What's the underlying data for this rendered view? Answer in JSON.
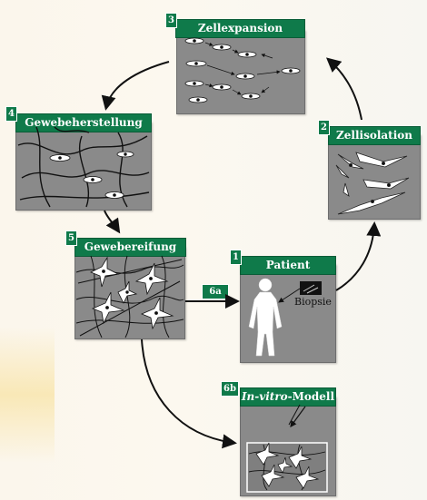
{
  "steps": {
    "s1": {
      "num": "1",
      "title": "Patient",
      "biopsy_label": "Biopsie"
    },
    "s2": {
      "num": "2",
      "title": "Zellisolation"
    },
    "s3": {
      "num": "3",
      "title": "Zellexpansion"
    },
    "s4": {
      "num": "4",
      "title": "Gewebeherstellung"
    },
    "s5": {
      "num": "5",
      "title": "Gewebereifung"
    },
    "s6a": {
      "num": "6a"
    },
    "s6b": {
      "num": "6b",
      "title_italic": "In-vitro",
      "title_rest": "-Modell"
    }
  },
  "colors": {
    "label_green": "#0f7a4a",
    "panel_gray": "#8a8a8a"
  }
}
